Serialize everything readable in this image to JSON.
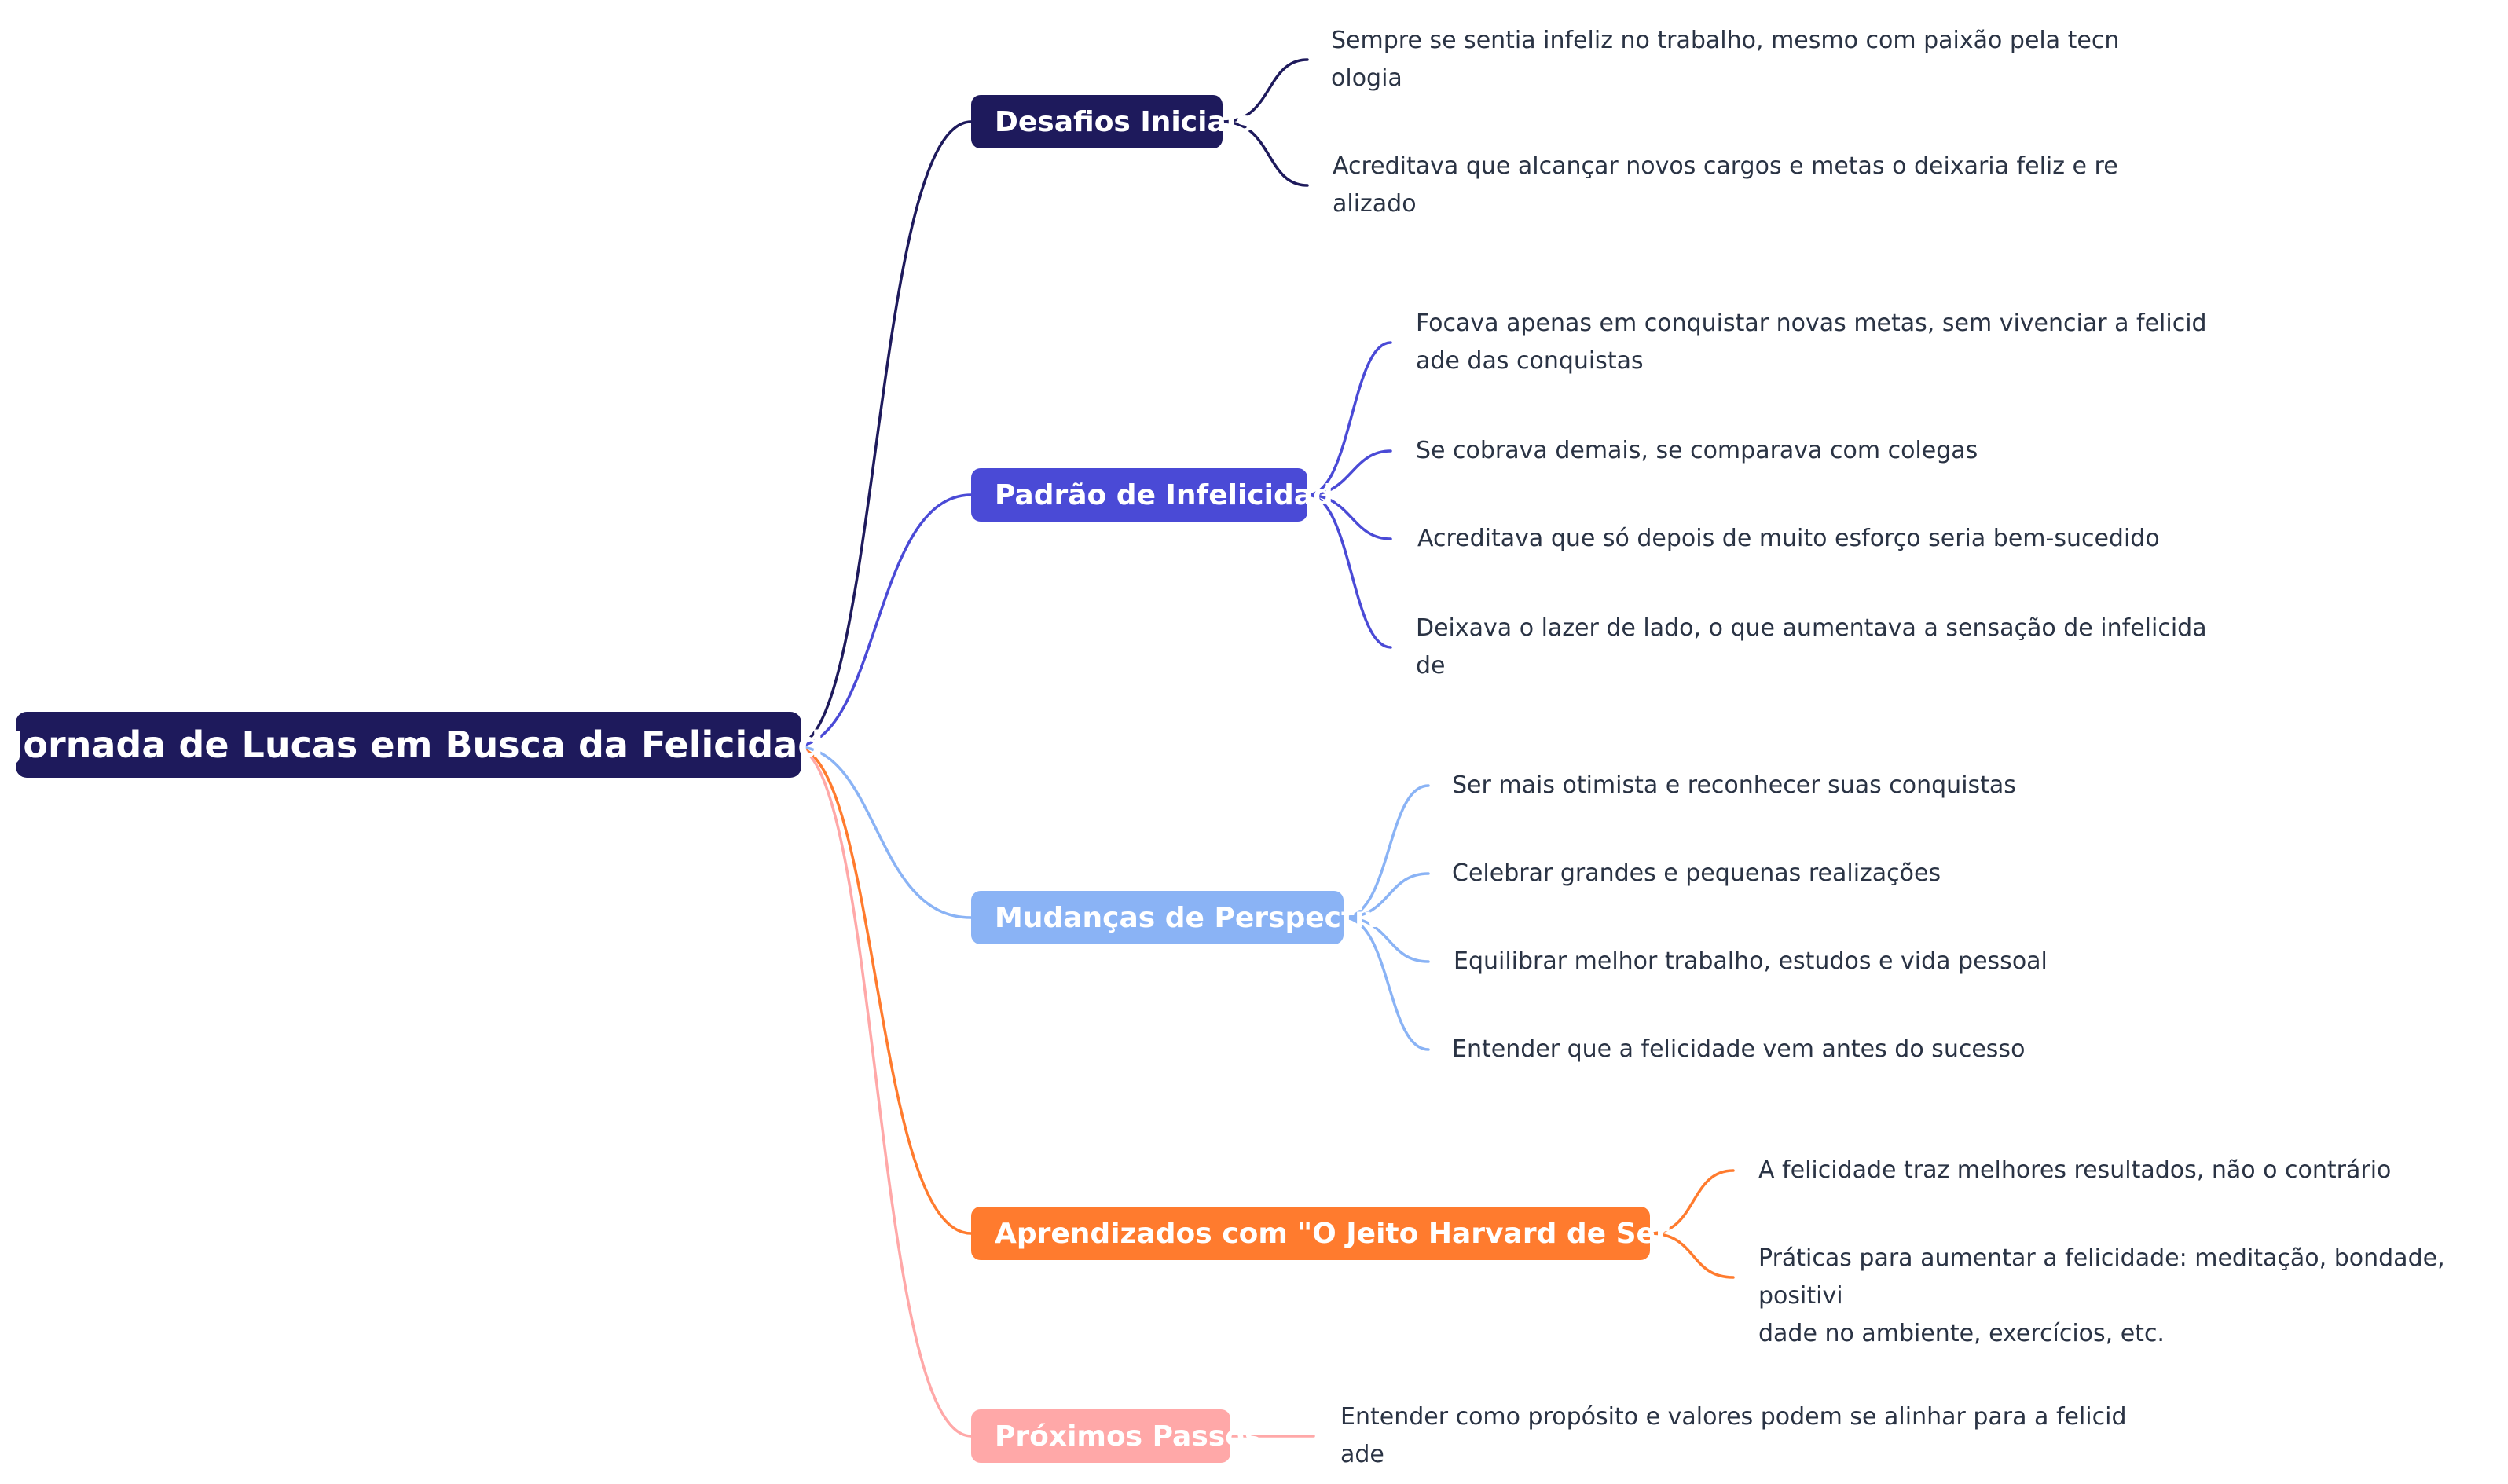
{
  "root": {
    "title": "A Jornada de Lucas em Busca da Felicidade",
    "color": "#1e1a5c"
  },
  "branches": [
    {
      "title": "Desafios Iniciais",
      "color": "#1e1a5c",
      "items": [
        "Sempre se sentia infeliz no trabalho, mesmo com paixão pela tecn\nologia",
        "Acreditava que alcançar novos cargos e metas o deixaria feliz e re\nalizado"
      ]
    },
    {
      "title": "Padrão de Infelicidade",
      "color": "#4a4ad6",
      "items": [
        "Focava apenas em conquistar novas metas, sem vivenciar a felicid\nade das conquistas",
        "Se cobrava demais, se comparava com colegas",
        "Acreditava que só depois de muito esforço seria bem-sucedido",
        "Deixava o lazer de lado, o que aumentava a sensação de infelicida\nde"
      ]
    },
    {
      "title": "Mudanças de Perspectiva",
      "color": "#8ab3f5",
      "items": [
        "Ser mais otimista e reconhecer suas conquistas",
        "Celebrar grandes e pequenas realizações",
        "Equilibrar melhor trabalho, estudos e vida pessoal",
        "Entender que a felicidade vem antes do sucesso"
      ]
    },
    {
      "title": "Aprendizados com \"O Jeito Harvard de Ser Feliz\"",
      "color": "#ff7b2e",
      "items": [
        "A felicidade traz melhores resultados, não o contrário",
        "Práticas para aumentar a felicidade: meditação, bondade, positivi\ndade no ambiente, exercícios, etc."
      ]
    },
    {
      "title": "Próximos Passos",
      "color": "#ffa8a8",
      "items": [
        "Entender como propósito e valores podem se alinhar para a felicid\nade"
      ]
    }
  ]
}
